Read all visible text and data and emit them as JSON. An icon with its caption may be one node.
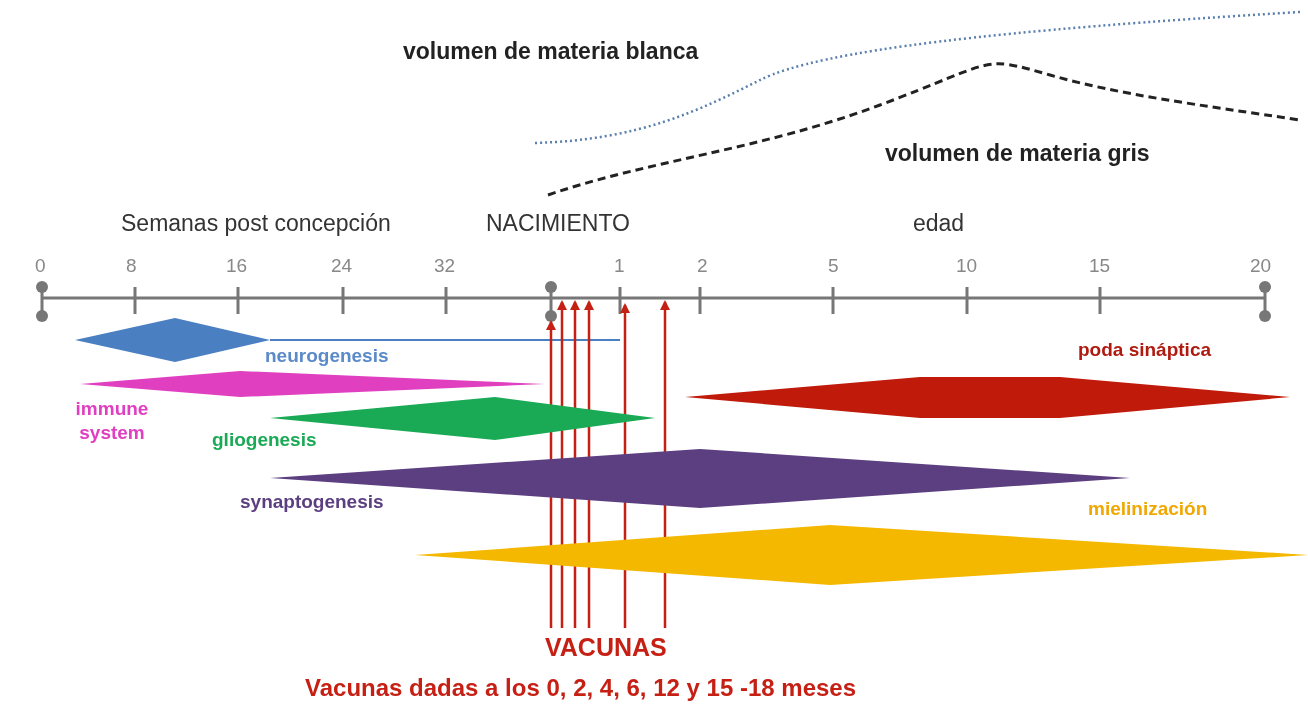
{
  "diagram": {
    "nodes": [
      {
        "text": [
          "neurogenesis"
        ]
      },
      {
        "text": [
          "immune system"
        ]
      },
      {
        "text": [
          "gliogenesis"
        ]
      },
      {
        "text": [
          "synaptogenesis"
        ]
      },
      {
        "text": [
          "mielinización"
        ]
      },
      {
        "text": [
          "poda sináptica"
        ]
      },
      {
        "text": [
          "VACUNAS"
        ]
      }
    ],
    "edges": [
      {
        "from": 6,
        "to": null,
        "arrow": "to",
        "color": "#c62015"
      },
      {
        "from": 6,
        "to": null,
        "arrow": "to",
        "color": "#c62015"
      },
      {
        "from": 6,
        "to": null,
        "arrow": "to",
        "color": "#c62015"
      },
      {
        "from": 6,
        "to": null,
        "arrow": "to",
        "color": "#c62015"
      },
      {
        "from": 6,
        "to": null,
        "arrow": "to",
        "color": "#c62015"
      },
      {
        "from": 6,
        "to": null,
        "arrow": "to",
        "color": "#c62015"
      }
    ],
    "labels": [
      "volumen de materia blanca",
      "volumen de materia gris",
      "Semanas post concepción",
      "NACIMIENTO",
      "edad",
      "0",
      "8",
      "16",
      "24",
      "32",
      "1",
      "2",
      "5",
      "10",
      "15",
      "20",
      "Vacunas dadas a los 0, 2, 4, 6, 12 y 15 -18 meses"
    ]
  }
}
